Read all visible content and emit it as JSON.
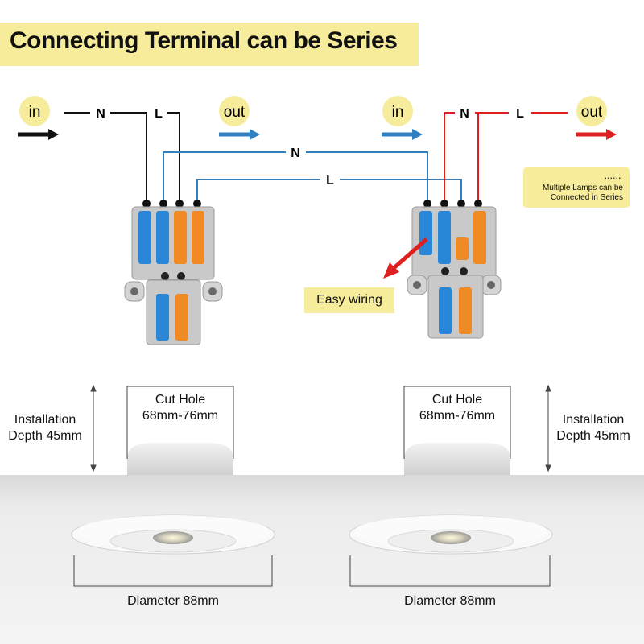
{
  "title": "Connecting Terminal can be Series",
  "left_diagram": {
    "in_label": "in",
    "out_label": "out",
    "n_label": "N",
    "l_label": "L"
  },
  "right_diagram": {
    "in_label": "in",
    "out_label": "out",
    "n_label": "N",
    "l_label": "L"
  },
  "bridge": {
    "n_label": "N",
    "l_label": "L"
  },
  "note": {
    "dots": "......",
    "text_line1": "Multiple Lamps can be",
    "text_line2": "Connected in Series"
  },
  "callout": {
    "text": "Easy wiring"
  },
  "install": {
    "left_cut_hole_line1": "Cut Hole",
    "left_cut_hole_line2": "68mm-76mm",
    "left_depth_line1": "Installation",
    "left_depth_line2": "Depth 45mm",
    "right_cut_hole_line1": "Cut Hole",
    "right_cut_hole_line2": "68mm-76mm",
    "right_depth_line1": "Installation",
    "right_depth_line2": "Depth 45mm",
    "left_diameter": "Diameter 88mm",
    "right_diameter": "Diameter 88mm"
  },
  "colors": {
    "banner": "#f7ec9c",
    "blue_wire": "#2f7fc1",
    "red_wire": "#e02020",
    "black_wire": "#111111",
    "lever_blue": "#2a86d6",
    "lever_orange": "#f08a24",
    "housing_gray": "#c9c9c9"
  }
}
